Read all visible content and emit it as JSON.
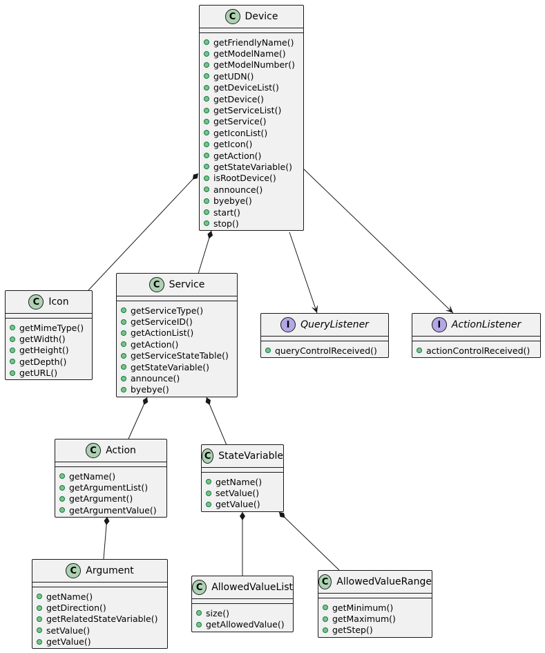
{
  "colors": {
    "class_badge": "#add1b2",
    "interface_badge": "#b4a7e5",
    "box_fill": "#f1f1f1",
    "border": "#181818",
    "public_dot": "#84be84"
  },
  "classes": {
    "device": {
      "badge": "C",
      "name": "Device",
      "methods": [
        "getFriendlyName()",
        "getModelName()",
        "getModelNumber()",
        "getUDN()",
        "getDeviceList()",
        "getDevice()",
        "getServiceList()",
        "getService()",
        "getIconList()",
        "getIcon()",
        "getAction()",
        "getStateVariable()",
        "isRootDevice()",
        "announce()",
        "byebye()",
        "start()",
        "stop()"
      ]
    },
    "icon": {
      "badge": "C",
      "name": "Icon",
      "methods": [
        "getMimeType()",
        "getWidth()",
        "getHeight()",
        "getDepth()",
        "getURL()"
      ]
    },
    "service": {
      "badge": "C",
      "name": "Service",
      "methods": [
        "getServiceType()",
        "getServiceID()",
        "getActionList()",
        "getAction()",
        "getServiceStateTable()",
        "getStateVariable()",
        "announce()",
        "byebye()"
      ]
    },
    "query_listener": {
      "badge": "I",
      "name": "QueryListener",
      "methods": [
        "queryControlReceived()"
      ]
    },
    "action_listener": {
      "badge": "I",
      "name": "ActionListener",
      "methods": [
        "actionControlReceived()"
      ]
    },
    "action": {
      "badge": "C",
      "name": "Action",
      "methods": [
        "getName()",
        "getArgumentList()",
        "getArgument()",
        "getArgumentValue()"
      ]
    },
    "state_variable": {
      "badge": "C",
      "name": "StateVariable",
      "methods": [
        "getName()",
        "setValue()",
        "getValue()"
      ]
    },
    "argument": {
      "badge": "C",
      "name": "Argument",
      "methods": [
        "getName()",
        "getDirection()",
        "getRelatedStateVariable()",
        "setValue()",
        "getValue()"
      ]
    },
    "allowed_value_list": {
      "badge": "C",
      "name": "AllowedValueList",
      "methods": [
        "size()",
        "getAllowedValue()"
      ]
    },
    "allowed_value_range": {
      "badge": "C",
      "name": "AllowedValueRange",
      "methods": [
        "getMinimum()",
        "getMaximum()",
        "getStep()"
      ]
    }
  }
}
